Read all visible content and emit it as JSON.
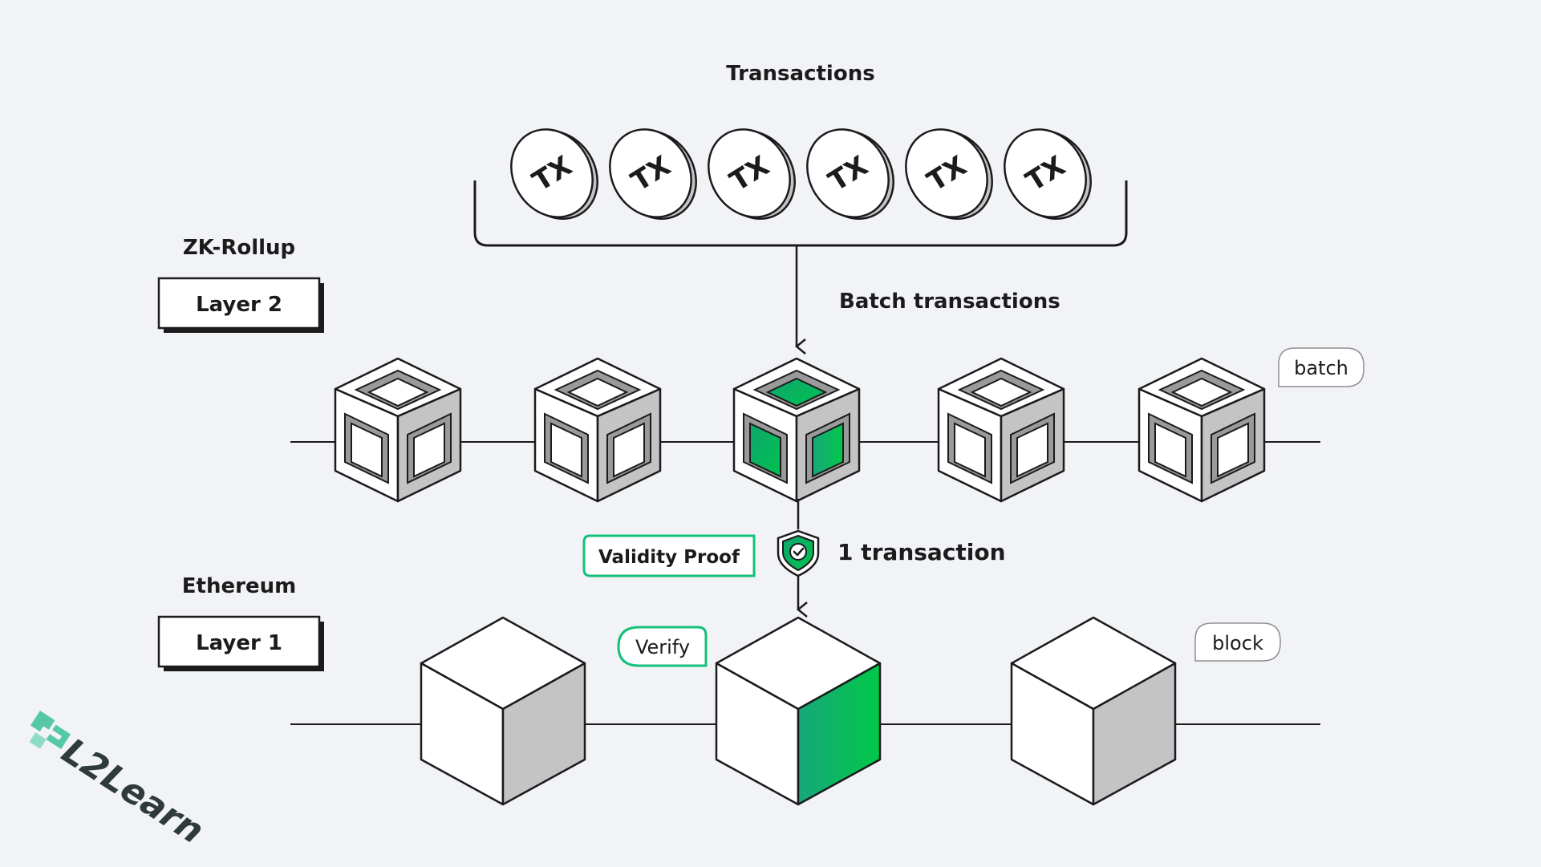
{
  "header": {
    "title": "Transactions"
  },
  "transactions": [
    "TX",
    "TX",
    "TX",
    "TX",
    "TX",
    "TX"
  ],
  "labels": {
    "batch_transactions": "Batch transactions",
    "one_transaction": "1 transaction"
  },
  "layer2": {
    "network": "ZK-Rollup",
    "layer": "Layer 2"
  },
  "layer1": {
    "network": "Ethereum",
    "layer": "Layer 1"
  },
  "tags": {
    "batch": "batch",
    "block": "block",
    "validity_proof": "Validity Proof",
    "verify": "Verify"
  },
  "logo": {
    "text": "L2Learn"
  },
  "colors": {
    "accent": "#00c24f",
    "accent_dark": "#0c9a6e",
    "logo": "#57c8a4",
    "outline": "#1b1b1b",
    "side_gray": "#c4c4c4",
    "background": "#f2f3f7"
  }
}
